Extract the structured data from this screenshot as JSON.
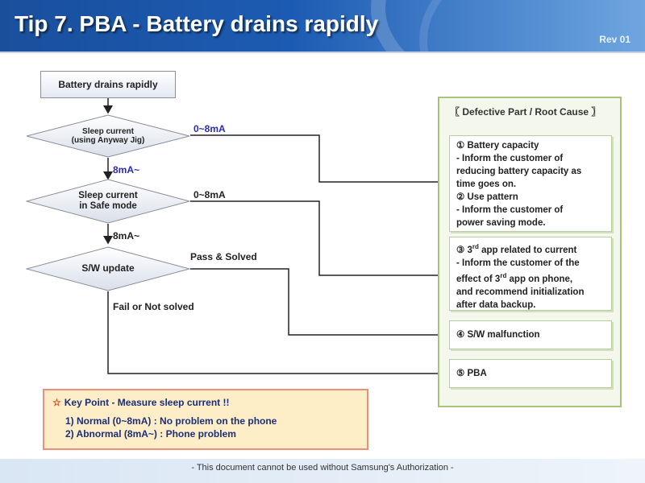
{
  "header": {
    "title": "Tip 7. PBA - Battery drains rapidly",
    "revision": "Rev 01"
  },
  "flow": {
    "start": "Battery drains rapidly",
    "decision1": "Sleep current\n(using Anyway Jig)",
    "decision2": "Sleep current\nin Safe mode",
    "decision3": "S/W update",
    "labels": {
      "d1_right": "0~8mA",
      "d1_down": "8mA~",
      "d2_right": "0~8mA",
      "d2_down": "8mA~",
      "d3_right": "Pass & Solved",
      "d3_down": "Fail or Not solved"
    }
  },
  "causes": {
    "title": "〖 Defective Part / Root Cause 〗",
    "box1": [
      "① Battery capacity",
      "- Inform the customer of",
      "reducing battery capacity as",
      "time goes on.",
      "② Use pattern",
      "- Inform the customer of",
      "power saving mode."
    ],
    "box2": {
      "head_prefix": "③ 3",
      "head_sup": "rd",
      "head_suffix": " app related to current",
      "line2": "- Inform the customer of the",
      "line3_prefix": "effect of 3",
      "line3_sup": "rd",
      "line3_suffix": " app on phone,",
      "line4": "and recommend initialization",
      "line5": "after data backup."
    },
    "box3": "④ S/W malfunction",
    "box4": "⑤ PBA"
  },
  "keypoint": {
    "star": "☆",
    "title": "Key Point - Measure sleep current !!",
    "items": [
      "1) Normal (0~8mA) : No problem on the phone",
      "2) Abnormal (8mA~) : Phone problem"
    ]
  },
  "footer": "- This document cannot be used without Samsung's Authorization -",
  "colors": {
    "header_blue": "#1c5bb3",
    "panel_green": "#a8c47a",
    "keypoint_fill": "#fdeec8",
    "keypoint_border": "#e8907a",
    "label_blue": "#2b2bb0"
  }
}
